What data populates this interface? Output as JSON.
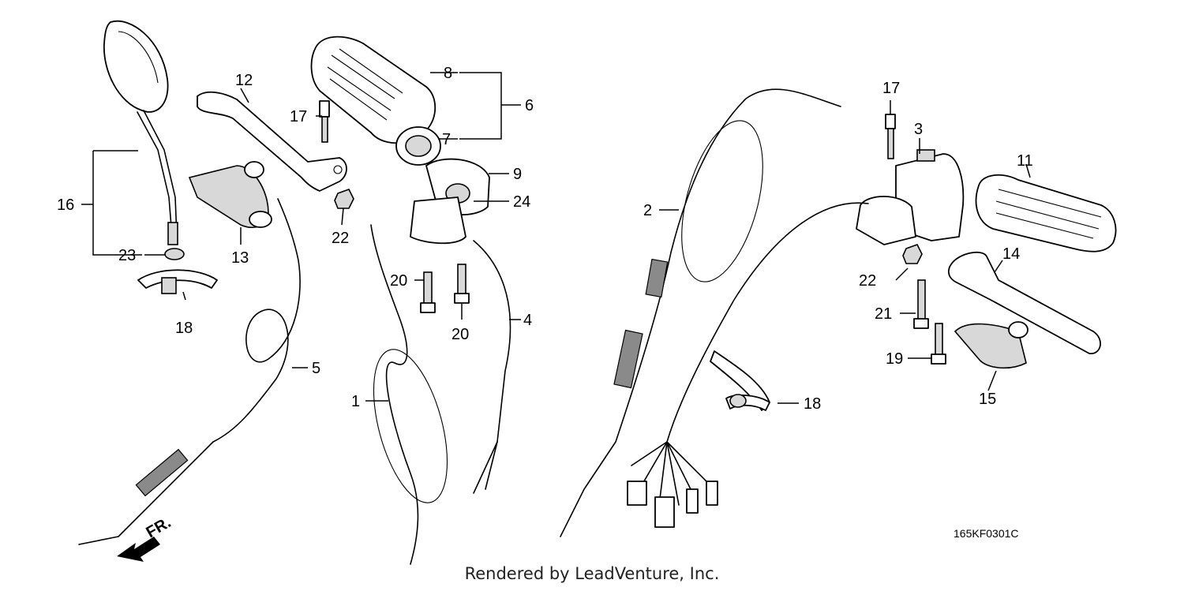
{
  "diagram": {
    "callouts": {
      "c1": "1",
      "c2": "2",
      "c3": "3",
      "c4": "4",
      "c5": "5",
      "c6": "6",
      "c7": "7",
      "c8": "8",
      "c9": "9",
      "c11": "11",
      "c12": "12",
      "c13": "13",
      "c14": "14",
      "c15": "15",
      "c16": "16",
      "c17a": "17",
      "c17b": "17",
      "c18a": "18",
      "c18b": "18",
      "c19": "19",
      "c20a": "20",
      "c20b": "20",
      "c21": "21",
      "c22a": "22",
      "c22b": "22",
      "c23": "23",
      "c24": "24"
    },
    "diagram_code": "165KF0301C",
    "direction_label": "FR.",
    "credit": "Rendered by LeadVenture, Inc."
  }
}
